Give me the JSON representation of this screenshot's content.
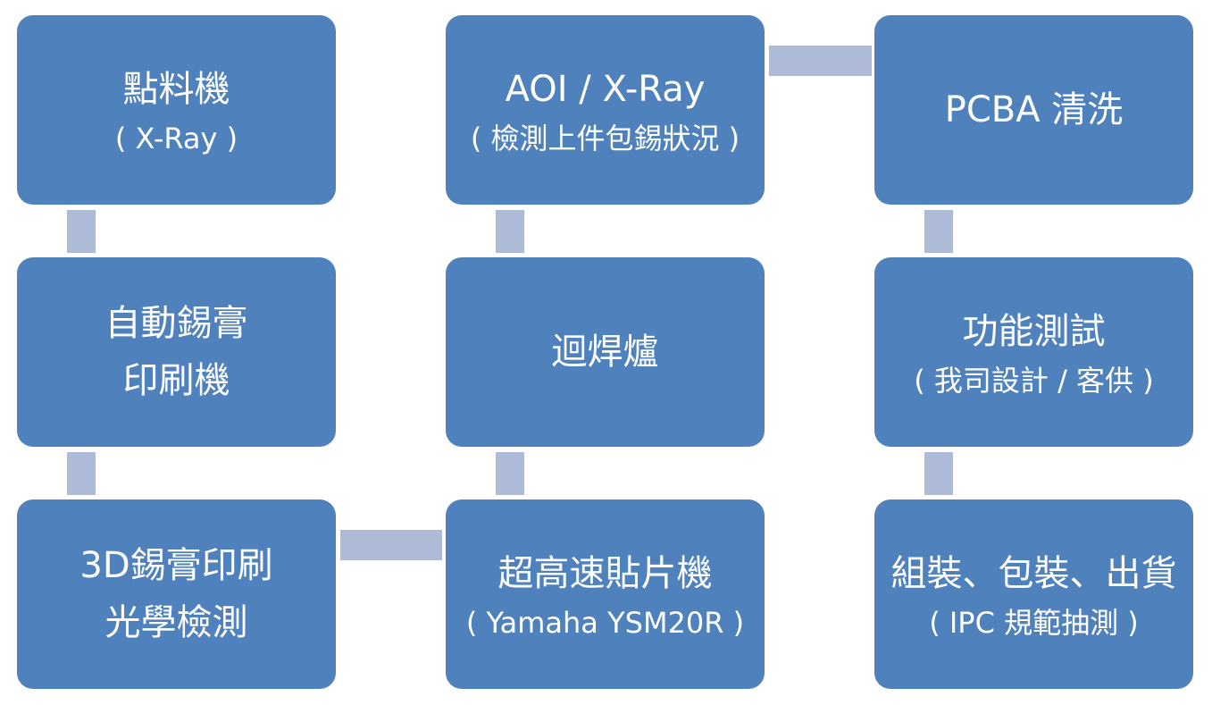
{
  "colors": {
    "box_fill": "#4f81bd",
    "connector": "#aebbd6",
    "text": "#ffffff",
    "background": "#ffffff"
  },
  "boxes": {
    "dispenser": {
      "main": "點料機",
      "sub": "( X-Ray )"
    },
    "solder_printer": {
      "main1": "自動錫膏",
      "main2": "印刷機"
    },
    "spi": {
      "main1": "3D錫膏印刷",
      "main2": "光學檢測"
    },
    "aoi": {
      "main": "AOI / X-Ray",
      "sub": "( 檢測上件包錫狀況 )"
    },
    "reflow": {
      "main": "迴焊爐"
    },
    "pick_place": {
      "main": "超高速貼片機",
      "sub": "( Yamaha YSM20R )"
    },
    "pcba_clean": {
      "main": "PCBA 清洗"
    },
    "func_test": {
      "main": "功能測試",
      "sub": "( 我司設計 / 客供 )"
    },
    "packing": {
      "main": "組裝、包裝、出貨",
      "sub": "( IPC 規範抽測 )"
    }
  }
}
